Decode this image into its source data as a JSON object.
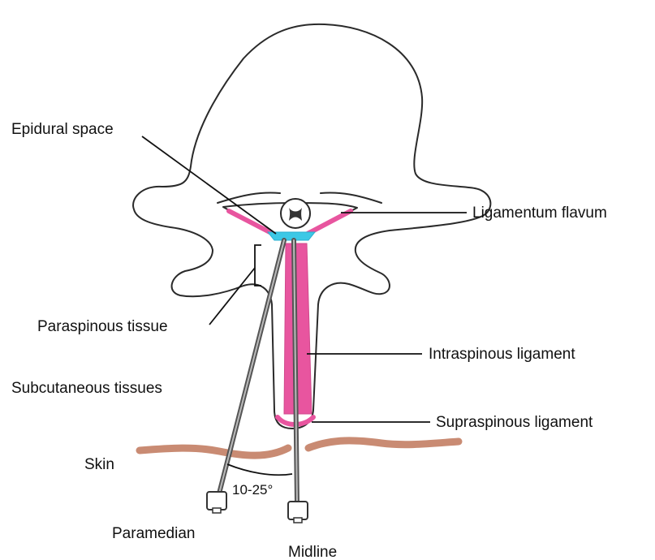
{
  "labels": {
    "epidural_space": "Epidural space",
    "ligamentum_flavum": "Ligamentum flavum",
    "paraspinous_tissue": "Paraspinous tissue",
    "intraspinous_ligament": "Intraspinous ligament",
    "subcutaneous_tissues": "Subcutaneous tissues",
    "supraspinous_ligament": "Supraspinous ligament",
    "skin": "Skin",
    "angle": "10-25°",
    "paramedian": "Paramedian",
    "midline": "Midline"
  },
  "colors": {
    "ligament_pink": "#e8559f",
    "epidural_cyan": "#3cc8e6",
    "skin_brown": "#c98b73",
    "outline": "#2a2a2a",
    "needle": "#555555"
  }
}
